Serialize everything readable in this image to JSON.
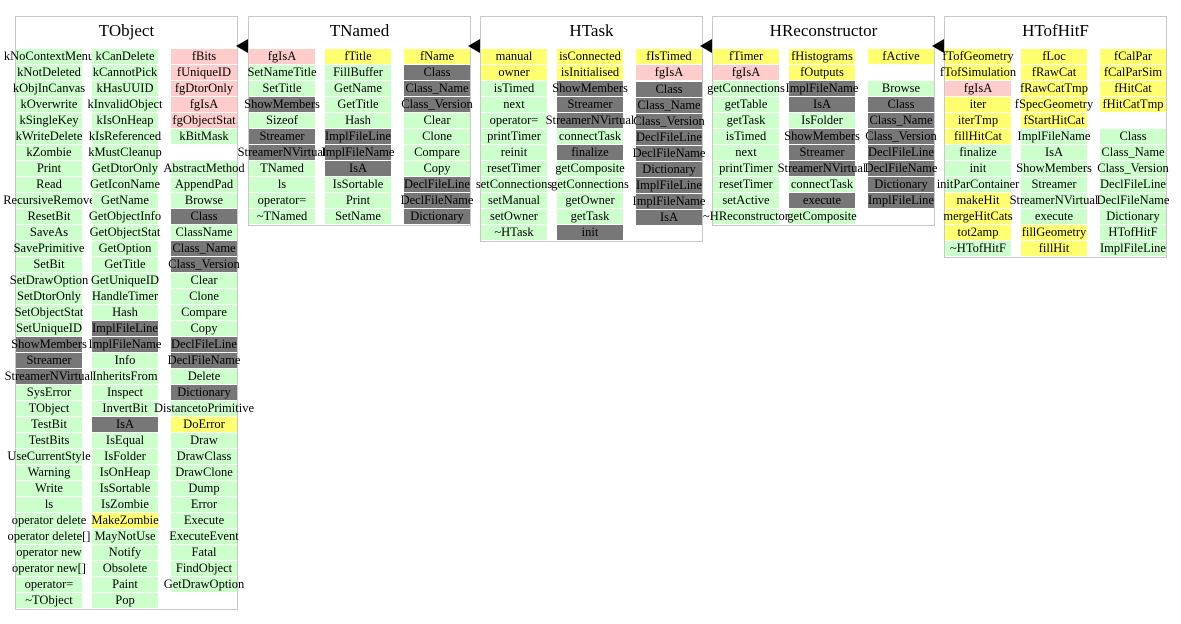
{
  "colors": {
    "g": "#ccffcc",
    "p": "#ffcccc",
    "y": "#ffff70",
    "d": "#777777"
  },
  "classes": [
    {
      "title": "TObject",
      "columns": [
        [
          {
            "t": "kNoContextMenu",
            "c": "g"
          },
          {
            "t": "kNotDeleted",
            "c": "g"
          },
          {
            "t": "kObjInCanvas",
            "c": "g"
          },
          {
            "t": "kOverwrite",
            "c": "g"
          },
          {
            "t": "kSingleKey",
            "c": "g"
          },
          {
            "t": "kWriteDelete",
            "c": "g"
          },
          {
            "t": "kZombie",
            "c": "g"
          },
          {
            "t": "Print",
            "c": "g"
          },
          {
            "t": "Read",
            "c": "g"
          },
          {
            "t": "RecursiveRemove",
            "c": "g"
          },
          {
            "t": "ResetBit",
            "c": "g"
          },
          {
            "t": "SaveAs",
            "c": "g"
          },
          {
            "t": "SavePrimitive",
            "c": "g"
          },
          {
            "t": "SetBit",
            "c": "g"
          },
          {
            "t": "SetDrawOption",
            "c": "g"
          },
          {
            "t": "SetDtorOnly",
            "c": "g"
          },
          {
            "t": "SetObjectStat",
            "c": "g"
          },
          {
            "t": "SetUniqueID",
            "c": "g"
          },
          {
            "t": "ShowMembers",
            "c": "d"
          },
          {
            "t": "Streamer",
            "c": "d"
          },
          {
            "t": "StreamerNVirtual",
            "c": "d"
          },
          {
            "t": "SysError",
            "c": "g"
          },
          {
            "t": "TObject",
            "c": "g"
          },
          {
            "t": "TestBit",
            "c": "g"
          },
          {
            "t": "TestBits",
            "c": "g"
          },
          {
            "t": "UseCurrentStyle",
            "c": "g"
          },
          {
            "t": "Warning",
            "c": "g"
          },
          {
            "t": "Write",
            "c": "g"
          },
          {
            "t": "ls",
            "c": "g"
          },
          {
            "t": "operator delete",
            "c": "g"
          },
          {
            "t": "operator delete[]",
            "c": "g"
          },
          {
            "t": "operator new",
            "c": "g"
          },
          {
            "t": "operator new[]",
            "c": "g"
          },
          {
            "t": "operator=",
            "c": "g"
          },
          {
            "t": "~TObject",
            "c": "g"
          }
        ],
        [
          {
            "t": "kCanDelete",
            "c": "g"
          },
          {
            "t": "kCannotPick",
            "c": "g"
          },
          {
            "t": "kHasUUID",
            "c": "g"
          },
          {
            "t": "kInvalidObject",
            "c": "g"
          },
          {
            "t": "kIsOnHeap",
            "c": "g"
          },
          {
            "t": "kIsReferenced",
            "c": "g"
          },
          {
            "t": "kMustCleanup",
            "c": "g"
          },
          {
            "t": "GetDtorOnly",
            "c": "g"
          },
          {
            "t": "GetIconName",
            "c": "g"
          },
          {
            "t": "GetName",
            "c": "g"
          },
          {
            "t": "GetObjectInfo",
            "c": "g"
          },
          {
            "t": "GetObjectStat",
            "c": "g"
          },
          {
            "t": "GetOption",
            "c": "g"
          },
          {
            "t": "GetTitle",
            "c": "g"
          },
          {
            "t": "GetUniqueID",
            "c": "g"
          },
          {
            "t": "HandleTimer",
            "c": "g"
          },
          {
            "t": "Hash",
            "c": "g"
          },
          {
            "t": "ImplFileLine",
            "c": "d"
          },
          {
            "t": "ImplFileName",
            "c": "d"
          },
          {
            "t": "Info",
            "c": "g"
          },
          {
            "t": "InheritsFrom",
            "c": "g"
          },
          {
            "t": "Inspect",
            "c": "g"
          },
          {
            "t": "InvertBit",
            "c": "g"
          },
          {
            "t": "IsA",
            "c": "d"
          },
          {
            "t": "IsEqual",
            "c": "g"
          },
          {
            "t": "IsFolder",
            "c": "g"
          },
          {
            "t": "IsOnHeap",
            "c": "g"
          },
          {
            "t": "IsSortable",
            "c": "g"
          },
          {
            "t": "IsZombie",
            "c": "g"
          },
          {
            "t": "MakeZombie",
            "c": "y"
          },
          {
            "t": "MayNotUse",
            "c": "g"
          },
          {
            "t": "Notify",
            "c": "g"
          },
          {
            "t": "Obsolete",
            "c": "g"
          },
          {
            "t": "Paint",
            "c": "g"
          },
          {
            "t": "Pop",
            "c": "g"
          }
        ],
        [
          {
            "t": "fBits",
            "c": "p"
          },
          {
            "t": "fUniqueID",
            "c": "p"
          },
          {
            "t": "fgDtorOnly",
            "c": "p"
          },
          {
            "t": "fgIsA",
            "c": "p"
          },
          {
            "t": "fgObjectStat",
            "c": "p"
          },
          {
            "t": "kBitMask",
            "c": "g"
          },
          {
            "t": "",
            "c": "e"
          },
          {
            "t": "AbstractMethod",
            "c": "g"
          },
          {
            "t": "AppendPad",
            "c": "g"
          },
          {
            "t": "Browse",
            "c": "g"
          },
          {
            "t": "Class",
            "c": "d"
          },
          {
            "t": "ClassName",
            "c": "g"
          },
          {
            "t": "Class_Name",
            "c": "d"
          },
          {
            "t": "Class_Version",
            "c": "d"
          },
          {
            "t": "Clear",
            "c": "g"
          },
          {
            "t": "Clone",
            "c": "g"
          },
          {
            "t": "Compare",
            "c": "g"
          },
          {
            "t": "Copy",
            "c": "g"
          },
          {
            "t": "DeclFileLine",
            "c": "d"
          },
          {
            "t": "DeclFileName",
            "c": "d"
          },
          {
            "t": "Delete",
            "c": "g"
          },
          {
            "t": "Dictionary",
            "c": "d"
          },
          {
            "t": "DistancetoPrimitive",
            "c": "g"
          },
          {
            "t": "DoError",
            "c": "y"
          },
          {
            "t": "Draw",
            "c": "g"
          },
          {
            "t": "DrawClass",
            "c": "g"
          },
          {
            "t": "DrawClone",
            "c": "g"
          },
          {
            "t": "Dump",
            "c": "g"
          },
          {
            "t": "Error",
            "c": "g"
          },
          {
            "t": "Execute",
            "c": "g"
          },
          {
            "t": "ExecuteEvent",
            "c": "g"
          },
          {
            "t": "Fatal",
            "c": "g"
          },
          {
            "t": "FindObject",
            "c": "g"
          },
          {
            "t": "GetDrawOption",
            "c": "g"
          }
        ]
      ]
    },
    {
      "title": "TNamed",
      "columns": [
        [
          {
            "t": "fgIsA",
            "c": "p"
          },
          {
            "t": "SetNameTitle",
            "c": "g"
          },
          {
            "t": "SetTitle",
            "c": "g"
          },
          {
            "t": "ShowMembers",
            "c": "d"
          },
          {
            "t": "Sizeof",
            "c": "g"
          },
          {
            "t": "Streamer",
            "c": "d"
          },
          {
            "t": "StreamerNVirtual",
            "c": "d"
          },
          {
            "t": "TNamed",
            "c": "g"
          },
          {
            "t": "ls",
            "c": "g"
          },
          {
            "t": "operator=",
            "c": "g"
          },
          {
            "t": "~TNamed",
            "c": "g"
          }
        ],
        [
          {
            "t": "fTitle",
            "c": "y"
          },
          {
            "t": "FillBuffer",
            "c": "g"
          },
          {
            "t": "GetName",
            "c": "g"
          },
          {
            "t": "GetTitle",
            "c": "g"
          },
          {
            "t": "Hash",
            "c": "g"
          },
          {
            "t": "ImplFileLine",
            "c": "d"
          },
          {
            "t": "ImplFileName",
            "c": "d"
          },
          {
            "t": "IsA",
            "c": "d"
          },
          {
            "t": "IsSortable",
            "c": "g"
          },
          {
            "t": "Print",
            "c": "g"
          },
          {
            "t": "SetName",
            "c": "g"
          }
        ],
        [
          {
            "t": "fName",
            "c": "y"
          },
          {
            "t": "Class",
            "c": "d"
          },
          {
            "t": "Class_Name",
            "c": "d"
          },
          {
            "t": "Class_Version",
            "c": "d"
          },
          {
            "t": "Clear",
            "c": "g"
          },
          {
            "t": "Clone",
            "c": "g"
          },
          {
            "t": "Compare",
            "c": "g"
          },
          {
            "t": "Copy",
            "c": "g"
          },
          {
            "t": "DeclFileLine",
            "c": "d"
          },
          {
            "t": "DeclFileName",
            "c": "d"
          },
          {
            "t": "Dictionary",
            "c": "d"
          }
        ]
      ]
    },
    {
      "title": "HTask",
      "columns": [
        [
          {
            "t": "manual",
            "c": "y"
          },
          {
            "t": "owner",
            "c": "y"
          },
          {
            "t": "isTimed",
            "c": "g"
          },
          {
            "t": "next",
            "c": "g"
          },
          {
            "t": "operator=",
            "c": "g"
          },
          {
            "t": "printTimer",
            "c": "g"
          },
          {
            "t": "reinit",
            "c": "g"
          },
          {
            "t": "resetTimer",
            "c": "g"
          },
          {
            "t": "setConnections",
            "c": "g"
          },
          {
            "t": "setManual",
            "c": "g"
          },
          {
            "t": "setOwner",
            "c": "g"
          },
          {
            "t": "~HTask",
            "c": "g"
          }
        ],
        [
          {
            "t": "isConnected",
            "c": "y"
          },
          {
            "t": "isInitialised",
            "c": "y"
          },
          {
            "t": "ShowMembers",
            "c": "d"
          },
          {
            "t": "Streamer",
            "c": "d"
          },
          {
            "t": "StreamerNVirtual",
            "c": "d"
          },
          {
            "t": "connectTask",
            "c": "g"
          },
          {
            "t": "finalize",
            "c": "d"
          },
          {
            "t": "getComposite",
            "c": "g"
          },
          {
            "t": "getConnections",
            "c": "g"
          },
          {
            "t": "getOwner",
            "c": "g"
          },
          {
            "t": "getTask",
            "c": "g"
          },
          {
            "t": "init",
            "c": "d"
          }
        ],
        [
          {
            "t": "fIsTimed",
            "c": "y"
          },
          {
            "t": "fgIsA",
            "c": "p"
          },
          {
            "t": "Class",
            "c": "d"
          },
          {
            "t": "Class_Name",
            "c": "d"
          },
          {
            "t": "Class_Version",
            "c": "d"
          },
          {
            "t": "DeclFileLine",
            "c": "d"
          },
          {
            "t": "DeclFileName",
            "c": "d"
          },
          {
            "t": "Dictionary",
            "c": "d"
          },
          {
            "t": "ImplFileLine",
            "c": "d"
          },
          {
            "t": "ImplFileName",
            "c": "d"
          },
          {
            "t": "IsA",
            "c": "d"
          }
        ]
      ]
    },
    {
      "title": "HReconstructor",
      "columns": [
        [
          {
            "t": "fTimer",
            "c": "y"
          },
          {
            "t": "fgIsA",
            "c": "p"
          },
          {
            "t": "getConnections",
            "c": "g"
          },
          {
            "t": "getTable",
            "c": "g"
          },
          {
            "t": "getTask",
            "c": "g"
          },
          {
            "t": "isTimed",
            "c": "g"
          },
          {
            "t": "next",
            "c": "g"
          },
          {
            "t": "printTimer",
            "c": "g"
          },
          {
            "t": "resetTimer",
            "c": "g"
          },
          {
            "t": "setActive",
            "c": "g"
          },
          {
            "t": "~HReconstructor",
            "c": "g"
          }
        ],
        [
          {
            "t": "fHistograms",
            "c": "y"
          },
          {
            "t": "fOutputs",
            "c": "y"
          },
          {
            "t": "ImplFileName",
            "c": "d"
          },
          {
            "t": "IsA",
            "c": "d"
          },
          {
            "t": "IsFolder",
            "c": "g"
          },
          {
            "t": "ShowMembers",
            "c": "d"
          },
          {
            "t": "Streamer",
            "c": "d"
          },
          {
            "t": "StreamerNVirtual",
            "c": "d"
          },
          {
            "t": "connectTask",
            "c": "g"
          },
          {
            "t": "execute",
            "c": "d"
          },
          {
            "t": "getComposite",
            "c": "g"
          }
        ],
        [
          {
            "t": "fActive",
            "c": "y"
          },
          {
            "t": "",
            "c": "e"
          },
          {
            "t": "Browse",
            "c": "g"
          },
          {
            "t": "Class",
            "c": "d"
          },
          {
            "t": "Class_Name",
            "c": "d"
          },
          {
            "t": "Class_Version",
            "c": "d"
          },
          {
            "t": "DeclFileLine",
            "c": "d"
          },
          {
            "t": "DeclFileName",
            "c": "d"
          },
          {
            "t": "Dictionary",
            "c": "d"
          },
          {
            "t": "ImplFileLine",
            "c": "d"
          }
        ]
      ]
    },
    {
      "title": "HTofHitF",
      "columns": [
        [
          {
            "t": "fTofGeometry",
            "c": "y"
          },
          {
            "t": "fTofSimulation",
            "c": "y"
          },
          {
            "t": "fgIsA",
            "c": "p"
          },
          {
            "t": "iter",
            "c": "y"
          },
          {
            "t": "iterTmp",
            "c": "y"
          },
          {
            "t": "fillHitCat",
            "c": "y"
          },
          {
            "t": "finalize",
            "c": "g"
          },
          {
            "t": "init",
            "c": "g"
          },
          {
            "t": "initParContainer",
            "c": "g"
          },
          {
            "t": "makeHit",
            "c": "y"
          },
          {
            "t": "mergeHitCats",
            "c": "y"
          },
          {
            "t": "tot2amp",
            "c": "y"
          },
          {
            "t": "~HTofHitF",
            "c": "g"
          }
        ],
        [
          {
            "t": "fLoc",
            "c": "y"
          },
          {
            "t": "fRawCat",
            "c": "y"
          },
          {
            "t": "fRawCatTmp",
            "c": "y"
          },
          {
            "t": "fSpecGeometry",
            "c": "y"
          },
          {
            "t": "fStartHitCat",
            "c": "y"
          },
          {
            "t": "ImplFileName",
            "c": "g"
          },
          {
            "t": "IsA",
            "c": "g"
          },
          {
            "t": "ShowMembers",
            "c": "g"
          },
          {
            "t": "Streamer",
            "c": "g"
          },
          {
            "t": "StreamerNVirtual",
            "c": "g"
          },
          {
            "t": "execute",
            "c": "g"
          },
          {
            "t": "fillGeometry",
            "c": "y"
          },
          {
            "t": "fillHit",
            "c": "y"
          }
        ],
        [
          {
            "t": "fCalPar",
            "c": "y"
          },
          {
            "t": "fCalParSim",
            "c": "y"
          },
          {
            "t": "fHitCat",
            "c": "y"
          },
          {
            "t": "fHitCatTmp",
            "c": "y"
          },
          {
            "t": "",
            "c": "e"
          },
          {
            "t": "Class",
            "c": "g"
          },
          {
            "t": "Class_Name",
            "c": "g"
          },
          {
            "t": "Class_Version",
            "c": "g"
          },
          {
            "t": "DeclFileLine",
            "c": "g"
          },
          {
            "t": "DeclFileName",
            "c": "g"
          },
          {
            "t": "Dictionary",
            "c": "g"
          },
          {
            "t": "HTofHitF",
            "c": "g"
          },
          {
            "t": "ImplFileLine",
            "c": "g"
          }
        ]
      ]
    }
  ]
}
